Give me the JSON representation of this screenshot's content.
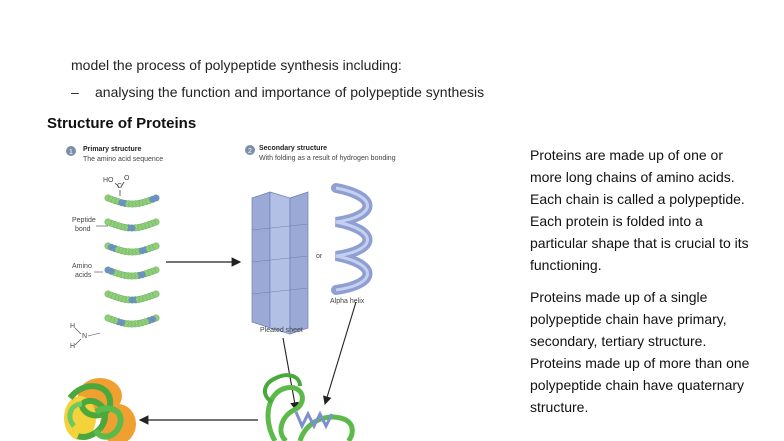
{
  "syllabus": {
    "line1": "model the process of polypeptide synthesis including:",
    "line2_dash": "–",
    "line2": "analysing the function and importance of polypeptide synthesis"
  },
  "heading": "Structure of Proteins",
  "figure": {
    "primary": {
      "number": "1",
      "title": "Primary structure",
      "subtitle": "The amino acid sequence"
    },
    "secondary": {
      "number": "2",
      "title": "Secondary structure",
      "subtitle": "With folding as a result of hydrogen bonding"
    },
    "labels": {
      "ho": "HO",
      "o": "O",
      "c": "C",
      "peptide": "Peptide",
      "bond": "bond",
      "amino": "Amino",
      "acids": "acids",
      "h": "H",
      "n": "N",
      "or": "or",
      "pleated": "Pleated sheet",
      "alpha": "Alpha helix"
    }
  },
  "paragraphs": {
    "p1": "Proteins are made up of one or more long chains of amino acids. Each chain is called a polypeptide. Each protein is folded into a particular shape that is crucial to its functioning.",
    "p2": "Proteins made up of a single polypeptide chain have primary, secondary, tertiary structure. Proteins made up of more than one polypeptide chain have quaternary structure."
  },
  "colors": {
    "bead_green": "#8fcf7a",
    "bead_blue": "#6b8fcf",
    "sheet": "#9aa9d6",
    "helix": "#8f9fd2",
    "tertiary_green": "#5cba4a",
    "quaternary_orange": "#f0a030",
    "quaternary_yellow": "#f4d23c"
  }
}
